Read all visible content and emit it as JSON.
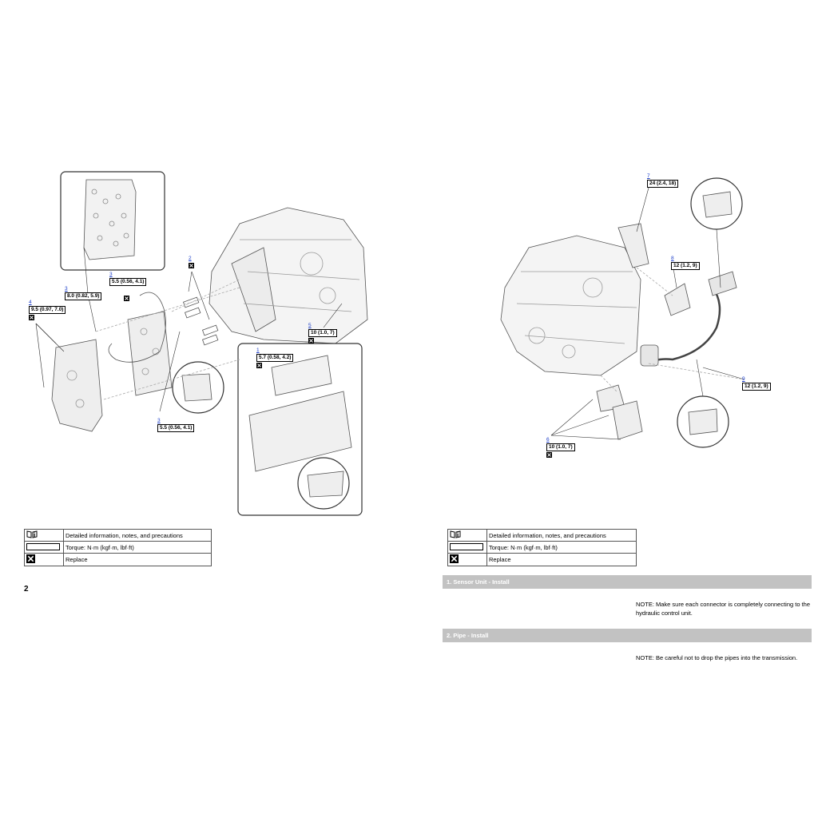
{
  "left_page": {
    "page_number": "2",
    "callouts": [
      {
        "ref": "2",
        "torque": "",
        "replace": true
      },
      {
        "ref": "3",
        "torque": "5.5 (0.56, 4.1)",
        "replace": true
      },
      {
        "ref": "3",
        "torque": "8.0 (0.82, 5.9)",
        "replace": false
      },
      {
        "ref": "4",
        "torque": "9.5 (0.97, 7.0)",
        "replace": true
      },
      {
        "ref": "5",
        "torque": "10 (1.0, 7)",
        "replace": true
      },
      {
        "ref": "1",
        "torque": "5.7 (0.58, 4.2)",
        "replace": true
      },
      {
        "ref": "3",
        "torque": "5.5 (0.56, 4.1)",
        "replace": false
      }
    ],
    "legend": [
      {
        "icon": "book-info-icon",
        "text": "Detailed information, notes, and precautions"
      },
      {
        "icon": "torque-box-icon",
        "text": "Torque: N·m (kgf·m, lbf·ft)"
      },
      {
        "icon": "replace-x-icon",
        "text": "Replace"
      }
    ]
  },
  "right_page": {
    "callouts": [
      {
        "ref": "7",
        "torque": "24 (2.4, 18)",
        "replace": false
      },
      {
        "ref": "8",
        "torque": "12 (1.2, 9)",
        "replace": false
      },
      {
        "ref": "9",
        "torque": "12 (1.2, 9)",
        "replace": false
      },
      {
        "ref": "6",
        "torque": "10 (1.0, 7)",
        "replace": true
      }
    ],
    "legend": [
      {
        "icon": "book-info-icon",
        "text": "Detailed information, notes, and precautions"
      },
      {
        "icon": "torque-box-icon",
        "text": "Torque: N·m (kgf·m, lbf·ft)"
      },
      {
        "icon": "replace-x-icon",
        "text": "Replace"
      }
    ],
    "steps": [
      {
        "title": "1. Sensor Unit - Install",
        "note": "NOTE: Make sure each connector is completely connecting to the hydraulic control unit."
      },
      {
        "title": "2. Pipe - Install",
        "note": "NOTE: Be careful not to drop the pipes into the transmission."
      }
    ]
  },
  "colors": {
    "link": "#1a3cc8",
    "step_bar": "#c2c2c2",
    "line_art": "#555555"
  }
}
